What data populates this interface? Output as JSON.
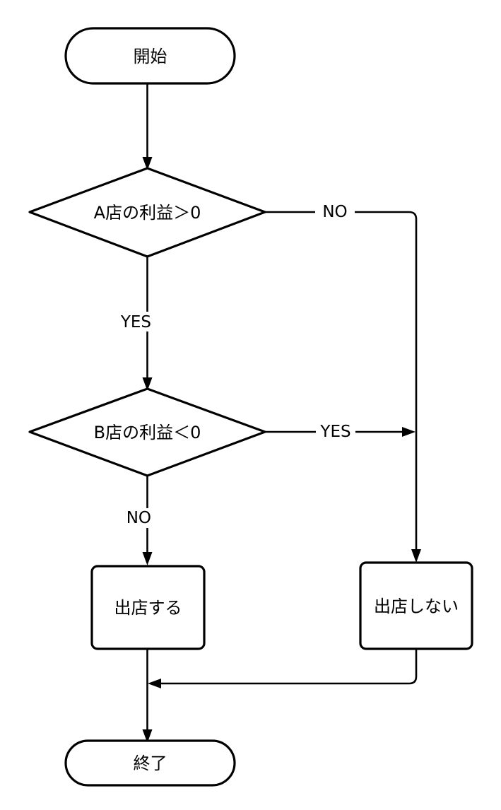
{
  "diagram": {
    "type": "flowchart",
    "title": "",
    "orientation": "top-to-bottom",
    "background_color": "#ffffff",
    "line_color": "#000000",
    "text_color": "#000000",
    "nodes": [
      {
        "id": "start",
        "shape": "terminator",
        "label": "開始"
      },
      {
        "id": "decision_a",
        "shape": "decision",
        "label": "A店の利益＞0"
      },
      {
        "id": "decision_b",
        "shape": "decision",
        "label": "B店の利益＜0"
      },
      {
        "id": "open_store",
        "shape": "process",
        "label": "出店する"
      },
      {
        "id": "no_open_store",
        "shape": "process",
        "label": "出店しない"
      },
      {
        "id": "end",
        "shape": "terminator",
        "label": "終了"
      }
    ],
    "edges": [
      {
        "id": "e1",
        "from": "start",
        "to": "decision_a",
        "label": ""
      },
      {
        "id": "e2",
        "from": "decision_a",
        "to": "no_open_store",
        "label": "NO"
      },
      {
        "id": "e3",
        "from": "decision_a",
        "to": "decision_b",
        "label": "YES"
      },
      {
        "id": "e4",
        "from": "decision_b",
        "to": "no_open_store",
        "label": "YES"
      },
      {
        "id": "e5",
        "from": "decision_b",
        "to": "open_store",
        "label": "NO"
      },
      {
        "id": "e6",
        "from": "open_store",
        "to": "end",
        "label": ""
      },
      {
        "id": "e7",
        "from": "no_open_store",
        "to": "end",
        "label": ""
      }
    ]
  }
}
